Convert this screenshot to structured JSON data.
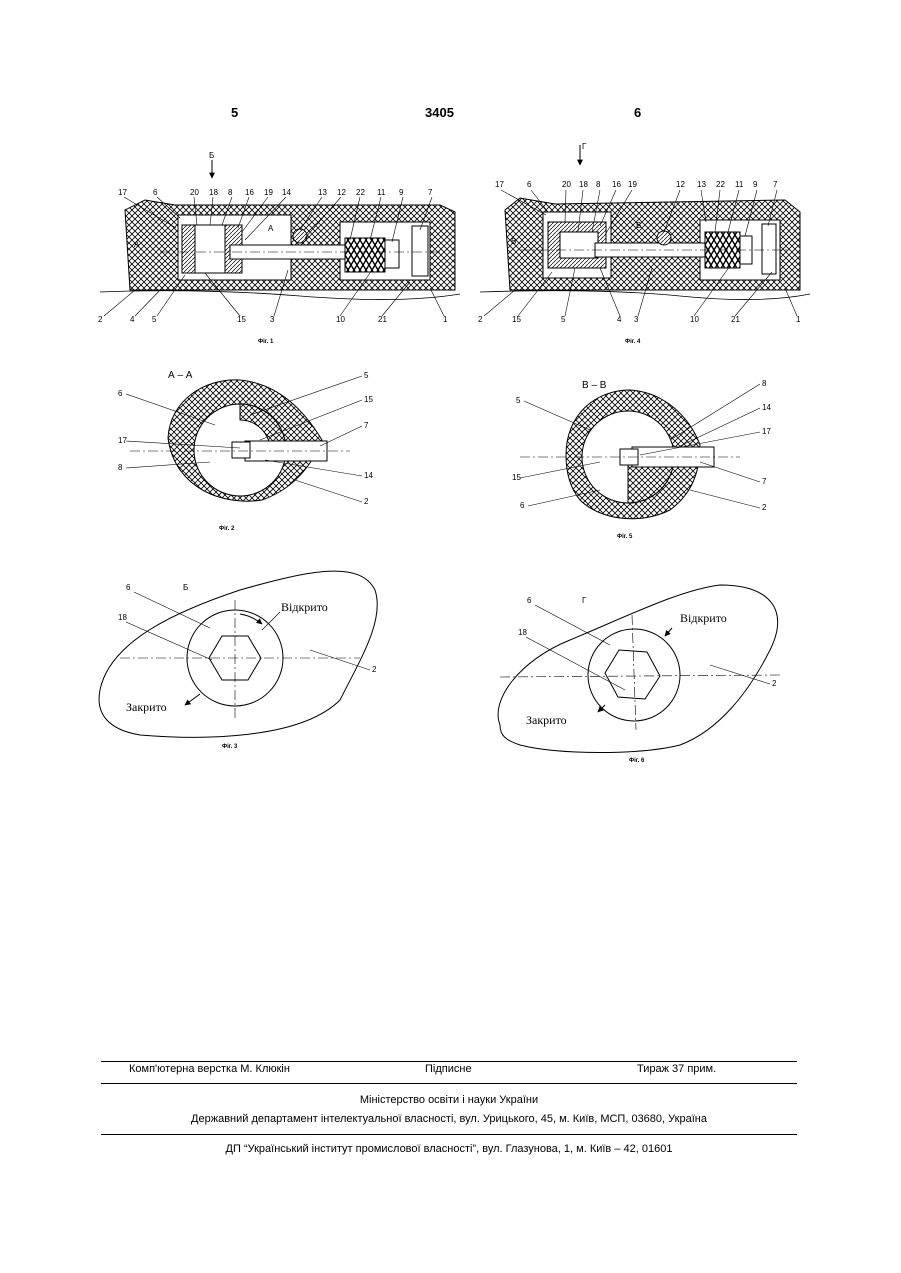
{
  "header": {
    "page_left": "5",
    "patent_number": "3405",
    "page_right": "6"
  },
  "fig1": {
    "section_marker": "Б",
    "marker_a": "А",
    "marker_a2": "А",
    "top_labels": [
      "17",
      "6",
      "20",
      "18",
      "8",
      "16",
      "19",
      "14",
      "13",
      "12",
      "22",
      "11",
      "9",
      "7"
    ],
    "bottom_labels": [
      "2",
      "4",
      "5",
      "15",
      "3",
      "10",
      "21",
      "1"
    ],
    "caption": "Фіг. 1"
  },
  "fig4": {
    "section_marker": "Г",
    "marker_b": "В",
    "marker_b2": "В",
    "top_labels": [
      "17",
      "6",
      "20",
      "18",
      "8",
      "16",
      "19",
      "12",
      "13",
      "22",
      "11",
      "9",
      "7"
    ],
    "bottom_labels": [
      "2",
      "15",
      "5",
      "4",
      "3",
      "10",
      "21",
      "1"
    ],
    "caption": "Фіг. 4"
  },
  "fig2": {
    "section_title": "А – А",
    "labels": [
      "6",
      "5",
      "15",
      "17",
      "7",
      "8",
      "14",
      "2"
    ],
    "caption": "Фіг. 2"
  },
  "fig5": {
    "section_title": "В – В",
    "labels": [
      "8",
      "5",
      "14",
      "17",
      "15",
      "7",
      "6",
      "2"
    ],
    "caption": "Фіг. 5"
  },
  "fig3": {
    "view_label": "Б",
    "label_6": "6",
    "label_18": "18",
    "label_2": "2",
    "open_text": "Відкрито",
    "closed_text": "Закрито",
    "caption": "Фіг. 3"
  },
  "fig6": {
    "view_label": "Г",
    "label_6": "6",
    "label_18": "18",
    "label_2": "2",
    "open_text": "Відкрито",
    "closed_text": "Закрито",
    "caption": "Фіг. 6"
  },
  "footer": {
    "typesetting": "Комп'ютерна верстка М. Клюкін",
    "subscription": "Підписне",
    "circulation": "Тираж 37 прим.",
    "ministry": "Міністерство освіти і науки України",
    "department": "Державний департамент інтелектуальної власності, вул. Урицького, 45, м. Київ, МСП, 03680, Україна",
    "institute": "ДП “Український інститут промислової власності”, вул. Глазунова, 1, м. Київ – 42, 01601"
  }
}
